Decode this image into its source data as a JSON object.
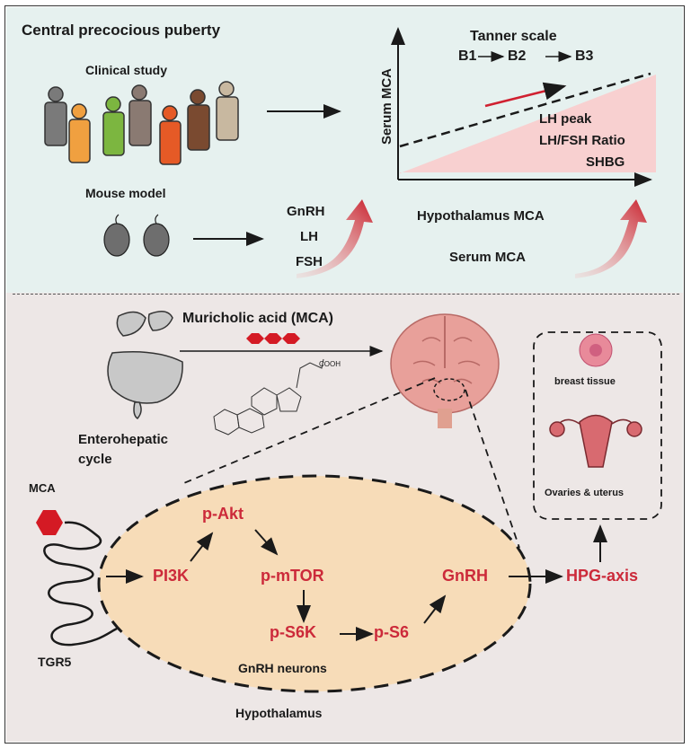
{
  "top": {
    "title": "Central precocious puberty",
    "clinical_label": "Clinical study",
    "mouse_label": "Mouse model",
    "mouse_markers": [
      "GnRH",
      "LH",
      "FSH"
    ],
    "chart": {
      "ylabel": "Serum MCA",
      "tanner_title": "Tanner scale",
      "tanner_stages": [
        "B1",
        "B2",
        "B3"
      ],
      "markers": [
        "LH peak",
        "LH/FSH Ratio",
        "SHBG"
      ]
    },
    "hypothalamus_mca": "Hypothalamus MCA",
    "serum_mca": "Serum MCA"
  },
  "bottom": {
    "mca_title": "Muricholic acid (MCA)",
    "cooh": "COOH",
    "enterohepatic": [
      "Enterohepatic",
      "cycle"
    ],
    "breast": "breast tissue",
    "ovaries": "Ovaries & uterus",
    "mca_small": "MCA",
    "receptor": "TGR5",
    "pathway": {
      "pi3k": "PI3K",
      "pakt": "p-Akt",
      "pmtor": "p-mTOR",
      "ps6k": "p-S6K",
      "ps6": "p-S6",
      "gnrh": "GnRH",
      "hpg": "HPG-axis"
    },
    "neurons": "GnRH neurons",
    "hypothalamus": "Hypothalamus"
  },
  "colors": {
    "accent_red": "#cc2a3a",
    "top_bg": "#e6f1ef",
    "bottom_bg": "#ede7e6",
    "neuron_fill": "#f7dcb8",
    "chart_fill": "#f8d0d0"
  }
}
